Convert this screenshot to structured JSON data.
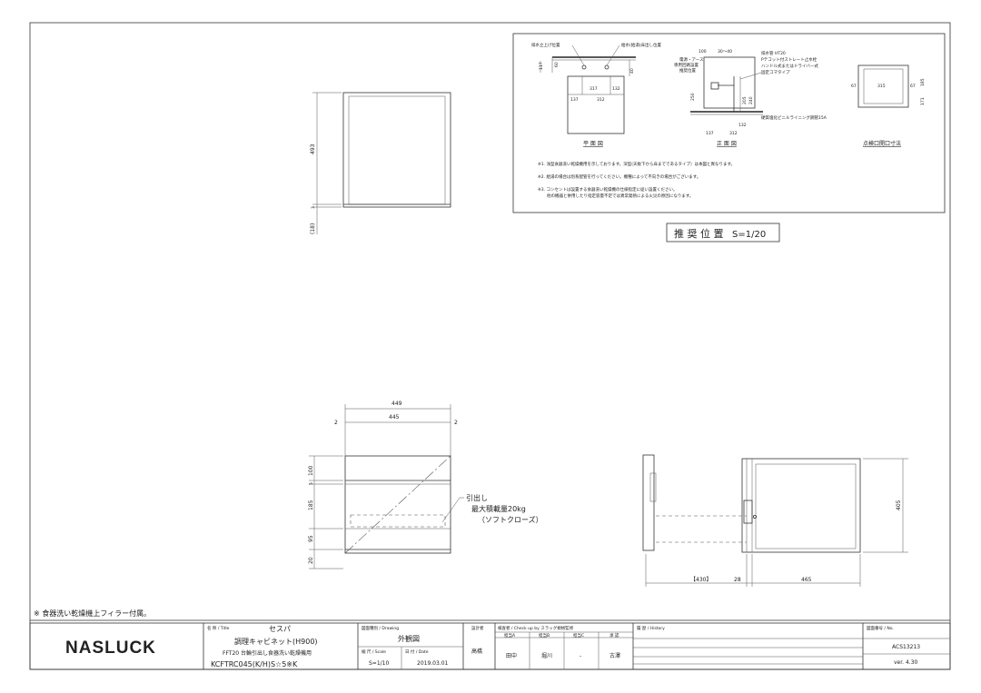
{
  "recommended_position": {
    "title": "推 奨 位 置",
    "scale": "S=1/20",
    "plan": {
      "label": "平 面 図",
      "drain_label": "排水立上げ位置",
      "supply_label": "給水(給湯)床出し位置",
      "dims": {
        "d117": "117",
        "d60": "60",
        "d40": "40",
        "d317": "317",
        "d132": "132",
        "d137": "137",
        "d312": "312"
      }
    },
    "front": {
      "label": "正 面 図",
      "d100": "100",
      "d30_40": "30～40",
      "drain_pipe": "排水管 HT20",
      "faucet_line1": "Pテコット付ストレート止水栓",
      "faucet_line2": "ハンドル式またはドライバー式",
      "faucet_line3": "固定コマタイプ",
      "power_line1": "電源・アース",
      "power_line2": "専用回路設置",
      "power_line3": "推奨位置",
      "pipe_note": "硬質塩化ビニルライニング鋼管15A",
      "dims": {
        "d250": "250",
        "d205": "205",
        "d240": "240",
        "d132": "132",
        "d137": "137",
        "d312": "312"
      }
    },
    "opening": {
      "label": "点検口開口寸法",
      "dims": {
        "d67a": "67",
        "d315": "315",
        "d67b": "67",
        "d185": "185",
        "d171": "171"
      }
    },
    "notes": [
      "※1. 浅型食器洗い乾燥機用を示しております。深型(天板下から床までであるタイプ）は本図と異なります。",
      "※2. 給湯の場合は別系配管を行ってください。機種によって不向きの場合がございます。",
      "※3. コンセントは設置する食器洗い乾燥機の仕様指定に従い設置ください。",
      "他の機器と併用したり指定容量不足では異常発熱による火災の原因になります。"
    ]
  },
  "front_view_top": {
    "h493": "493",
    "d3": "3",
    "d18": "(18)"
  },
  "front_view_bottom": {
    "w449": "449",
    "w445": "445",
    "w2a": "2",
    "w2b": "2",
    "h100": "100",
    "h5": "5",
    "h185": "185",
    "h95": "95",
    "h20": "20",
    "drawer_line1": "引出し",
    "drawer_line2": "最大積載量20kg",
    "drawer_line3": "（ソフトクローズ）"
  },
  "side_view": {
    "h405": "405",
    "d430": "【430】",
    "d28": "28",
    "d465": "465"
  },
  "footnote": "※ 食器洗い乾燥機上フィラー付属。",
  "title_block": {
    "logo": "NASLUCK",
    "title_label": "名 称 / Title",
    "product": "セスパ",
    "product_sub": "調理キャビネット(H900)",
    "product_desc": "FFT20 台輪引出し食器洗い乾燥機用",
    "model": "KCFTRC045(K/H)S☆5※K",
    "drawing_label": "図面種別 / Drawing",
    "drawing_type": "外観図",
    "scale_label": "縮 尺 / Scale",
    "scale": "S=1/10",
    "date_label": "日 付 / Date",
    "date": "2019.03.01",
    "designer_label": "設計者",
    "designer": "高橋",
    "check_label": "検査者 / Check up by スラッグ規格監修",
    "check_cols": [
      "担当A",
      "担当B",
      "担当C",
      "承 認"
    ],
    "check_names": [
      "田中",
      "堀川",
      "-",
      "古澤"
    ],
    "history_label": "履 歴 / History",
    "no_label": "図面番号 / No.",
    "drawing_no": "ACS13213",
    "version": "ver. 4.30"
  }
}
